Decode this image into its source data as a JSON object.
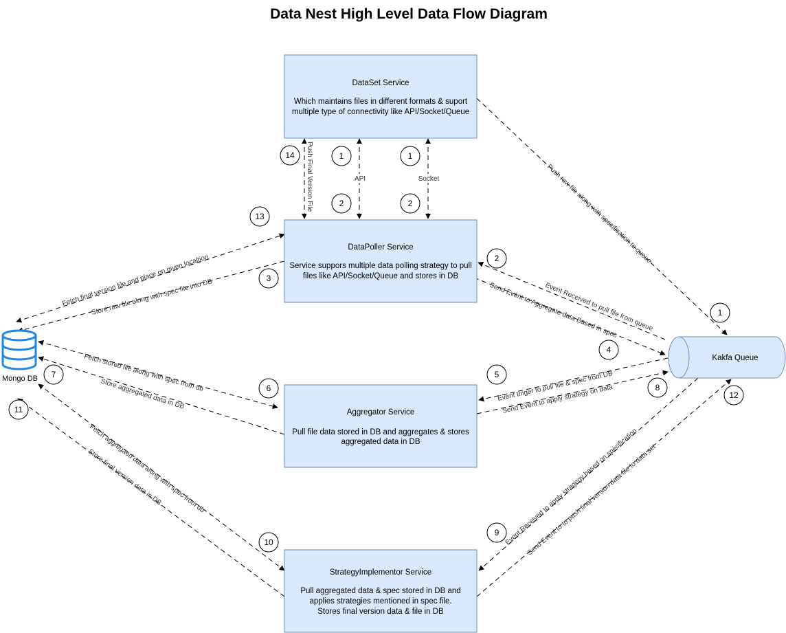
{
  "title": "Data Nest High Level Data Flow Diagram",
  "nodes": {
    "dataset": {
      "title": "DataSet Service",
      "desc": [
        "Which maintains files in different formats & suport",
        "multiple type of connectivity like API/Socket/Queue"
      ]
    },
    "poller": {
      "title": "DataPoller Service",
      "desc": [
        "Service suppors multiple data polling strategy to pull",
        "files like API/Socket/Queue and stores in DB"
      ]
    },
    "aggregator": {
      "title": "Aggregator Service",
      "desc": [
        "Pull file data stored in DB and aggregates & stores",
        "aggregated data in DB"
      ]
    },
    "strategy": {
      "title": "StrategyImplementor Service",
      "desc": [
        "Pull aggregated data & spec stored in DB and",
        "applies strategies mentioned in spec file.",
        "Stores final version data & file in DB"
      ]
    },
    "kafka": {
      "title": "Kakfa Queue"
    },
    "mongo": {
      "title": "Mongo DB"
    }
  },
  "edge_labels": {
    "push_final": "Push Final Version File",
    "api": "API",
    "socket": "Socket",
    "push_raw": "Push raw file along with specification to queue",
    "fetch_final": "Fetch final version file and place on given localtion",
    "store_raw": "Store raw file along with spec file into DB",
    "event_received_pull": "Event Received to pull file from queue",
    "send_event_aggregate": "Send Event to Aggregate data Based in spec",
    "fetch_stored": "Fetch stored file along with spec from db",
    "store_aggregated": "Store aggregated data in DB",
    "event_trigger_pull": "Event triiger to pull file & spec from DB",
    "send_event_strategy": "Send Event to apply strategy on data",
    "fetch_aggregated": "Fetch aggregaed data along with spec from db",
    "store_final": "Store final version data in DB",
    "event_received_strategy": "Event Received to apply stragegy based on specification",
    "send_event_push_final": "Send Event to to push final version data file to data set"
  },
  "step_numbers": {
    "s14": "14",
    "s1a": "1",
    "s1b": "1",
    "s2a": "2",
    "s2b": "2",
    "s13": "13",
    "s3": "3",
    "s2c": "2",
    "s1c": "1",
    "s4": "4",
    "s5": "5",
    "s8": "8",
    "s12": "12",
    "s6": "6",
    "s7": "7",
    "s11": "11",
    "s9": "9",
    "s10": "10"
  }
}
